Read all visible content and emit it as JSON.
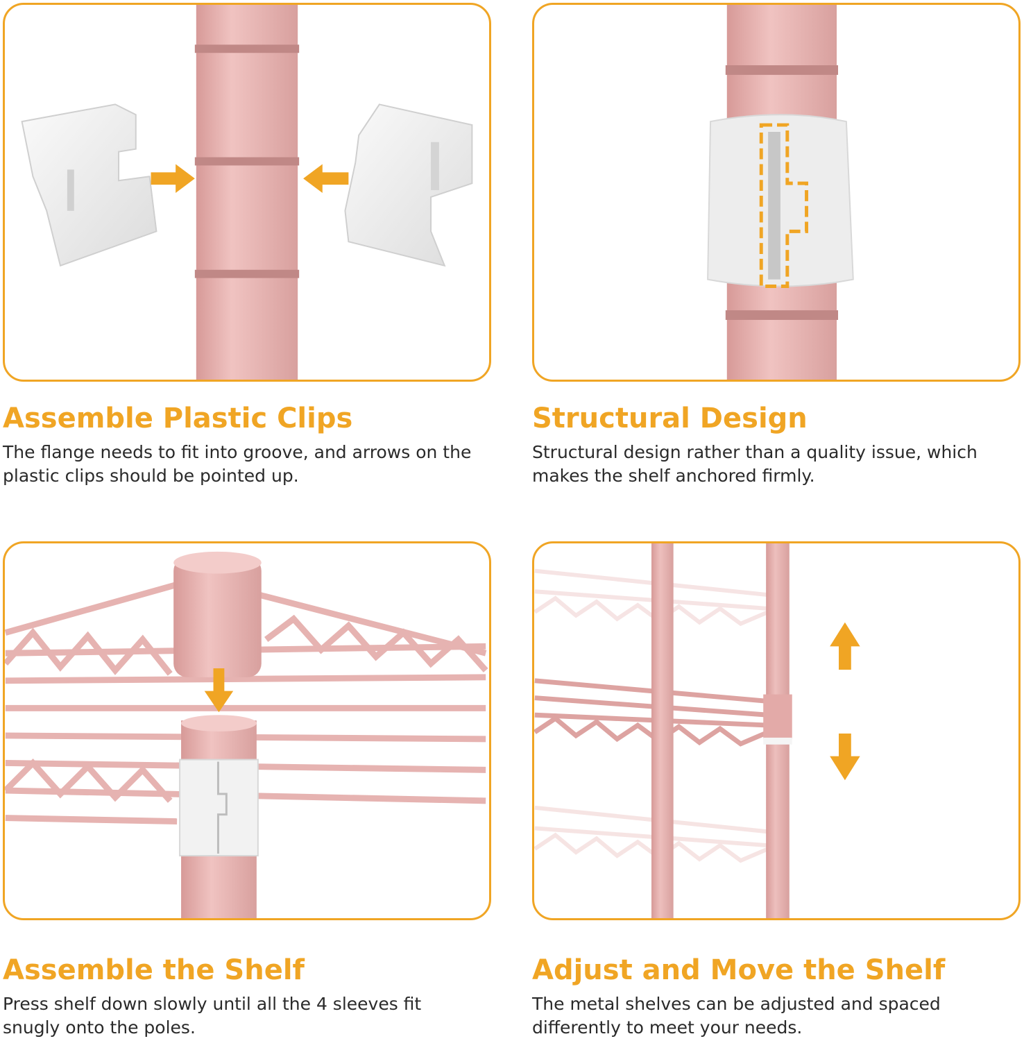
{
  "colors": {
    "accent": "#F0A524",
    "pole_pink": "#E9B5B3",
    "clip_white": "#EEEEEE"
  },
  "panels": [
    {
      "title": "Assemble Plastic Clips",
      "description": "The flange needs to fit into groove, and arrows on the plastic clips should be pointed up."
    },
    {
      "title": "Structural Design",
      "description": "Structural design rather than a quality issue, which makes the shelf anchored firmly."
    },
    {
      "title": "Assemble the Shelf",
      "description": "Press shelf down slowly until all the 4 sleeves fit snugly onto the poles."
    },
    {
      "title": "Adjust and Move the Shelf",
      "description": "The metal shelves can be adjusted and spaced differently to meet your needs."
    }
  ],
  "icons": [
    "arrow-right-icon",
    "arrow-left-icon",
    "arrow-down-icon",
    "arrow-up-icon"
  ]
}
